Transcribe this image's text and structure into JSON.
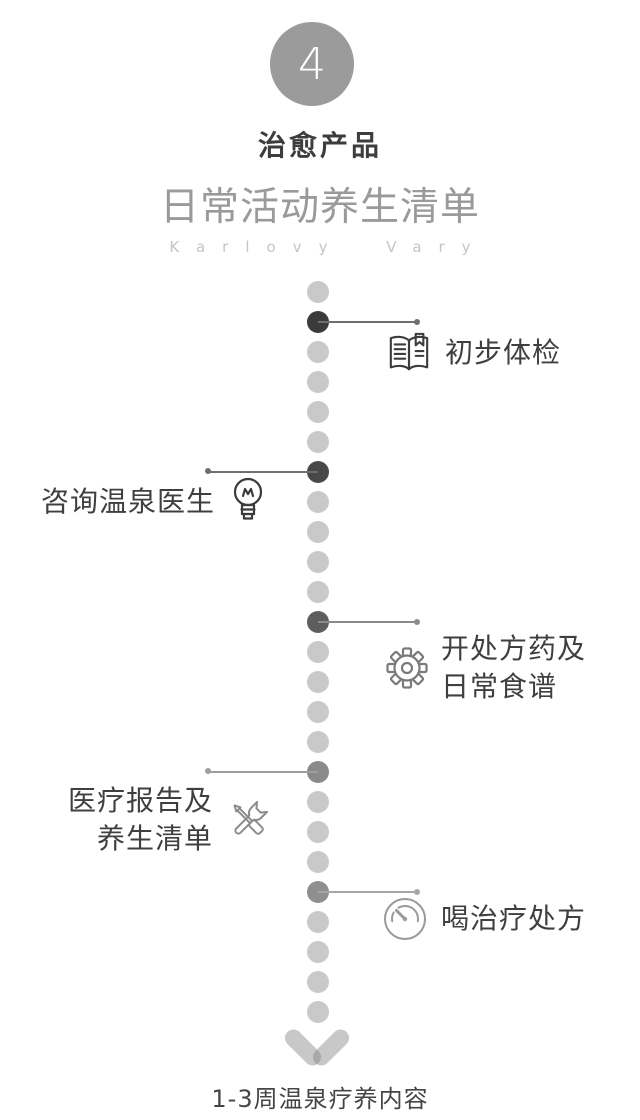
{
  "page": {
    "background_color": "#ffffff"
  },
  "header": {
    "badge_number": "4",
    "badge_color": "#9b9b9b",
    "category": "治愈产品",
    "title": "日常活动养生清单",
    "subtitle_latin": "Karlovy Vary"
  },
  "timeline": {
    "dot_count": 25,
    "inactive_dot_color": "#c9c9c9",
    "steps": [
      {
        "label_lines": [
          "初步体检"
        ],
        "icon": "open-book-icon",
        "side": "right",
        "dot_index": 1,
        "dot_color": "#3b3b3b",
        "line_color": "#6e6e6e"
      },
      {
        "label_lines": [
          "咨询温泉医生"
        ],
        "icon": "lightbulb-icon",
        "side": "left",
        "dot_index": 6,
        "dot_color": "#484848",
        "line_color": "#6e6e6e"
      },
      {
        "label_lines": [
          "开处方药及",
          "日常食谱"
        ],
        "icon": "gear-icon",
        "side": "right",
        "dot_index": 11,
        "dot_color": "#5e5e5e",
        "line_color": "#8a8a8a"
      },
      {
        "label_lines": [
          "医疗报告及",
          "养生清单"
        ],
        "icon": "tools-icon",
        "side": "left",
        "dot_index": 16,
        "dot_color": "#8a8a8a",
        "line_color": "#9e9e9e"
      },
      {
        "label_lines": [
          "喝治疗处方"
        ],
        "icon": "gauge-icon",
        "side": "right",
        "dot_index": 20,
        "dot_color": "#8f8f8f",
        "line_color": "#a6a6a6"
      }
    ]
  },
  "footer": {
    "note": "1-3周温泉疗养内容"
  }
}
